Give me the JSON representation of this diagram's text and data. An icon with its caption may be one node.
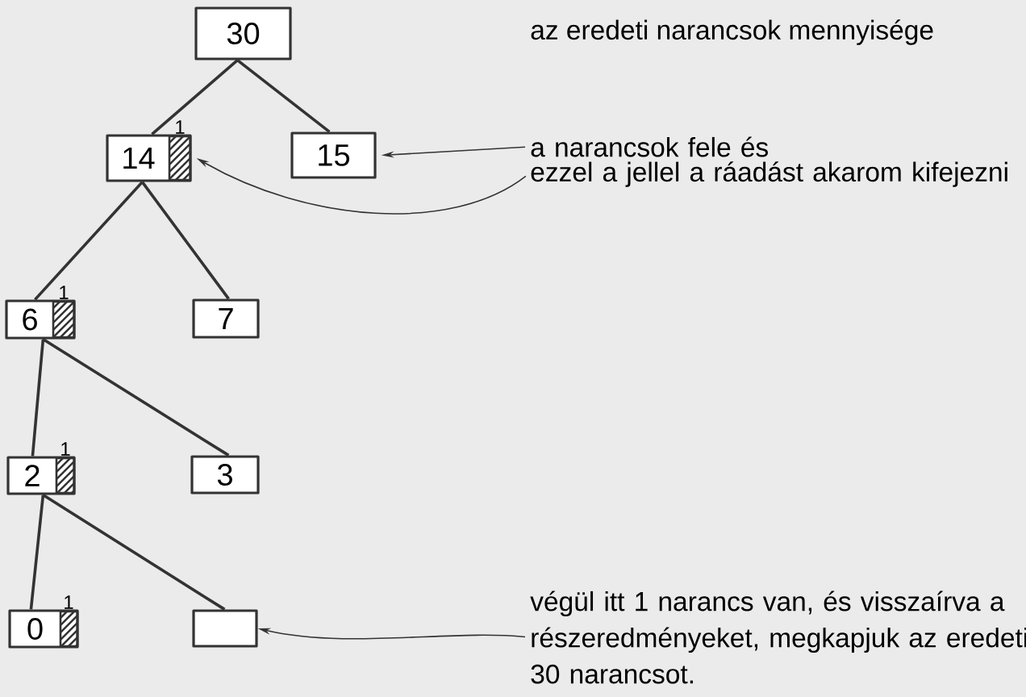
{
  "diagram": {
    "nodes": [
      {
        "text": [
          "30"
        ]
      },
      {
        "text": [
          "14"
        ],
        "beside": [
          "1"
        ]
      },
      {
        "text": [
          "15"
        ]
      },
      {
        "text": [
          "6"
        ],
        "beside": [
          "1"
        ]
      },
      {
        "text": [
          "7"
        ]
      },
      {
        "text": [
          "2"
        ],
        "beside": [
          "1"
        ]
      },
      {
        "text": [
          "3"
        ]
      },
      {
        "text": [
          "0"
        ],
        "beside": [
          "1"
        ]
      },
      {
        "text": [],
        "shape": "box"
      },
      {
        "text": [
          "a narancsok fele és"
        ]
      },
      {
        "text": [
          "ezzel a jellel a ráadást akarom kifejezni"
        ]
      },
      {
        "text": [
          "végül itt 1 narancs van, és visszaírva a részeredményeket, megkapjuk az eredeti 30 narancsot."
        ]
      }
    ],
    "edges": [
      {
        "from": 0,
        "to": 1,
        "arrow": "none"
      },
      {
        "from": 0,
        "to": 2,
        "arrow": "none"
      },
      {
        "from": 1,
        "to": 3,
        "arrow": "none"
      },
      {
        "from": 1,
        "to": 4,
        "arrow": "none"
      },
      {
        "from": 3,
        "to": 5,
        "arrow": "none"
      },
      {
        "from": 3,
        "to": 6,
        "arrow": "none"
      },
      {
        "from": 5,
        "to": 7,
        "arrow": "none"
      },
      {
        "from": 5,
        "to": 8,
        "arrow": "none"
      },
      {
        "from": 9,
        "to": 2,
        "arrow": "to"
      },
      {
        "from": 10,
        "to": 1,
        "arrow": "to"
      },
      {
        "from": 11,
        "to": 8,
        "arrow": "to"
      }
    ],
    "labels": [
      "az eredeti narancsok mennyisége"
    ]
  }
}
